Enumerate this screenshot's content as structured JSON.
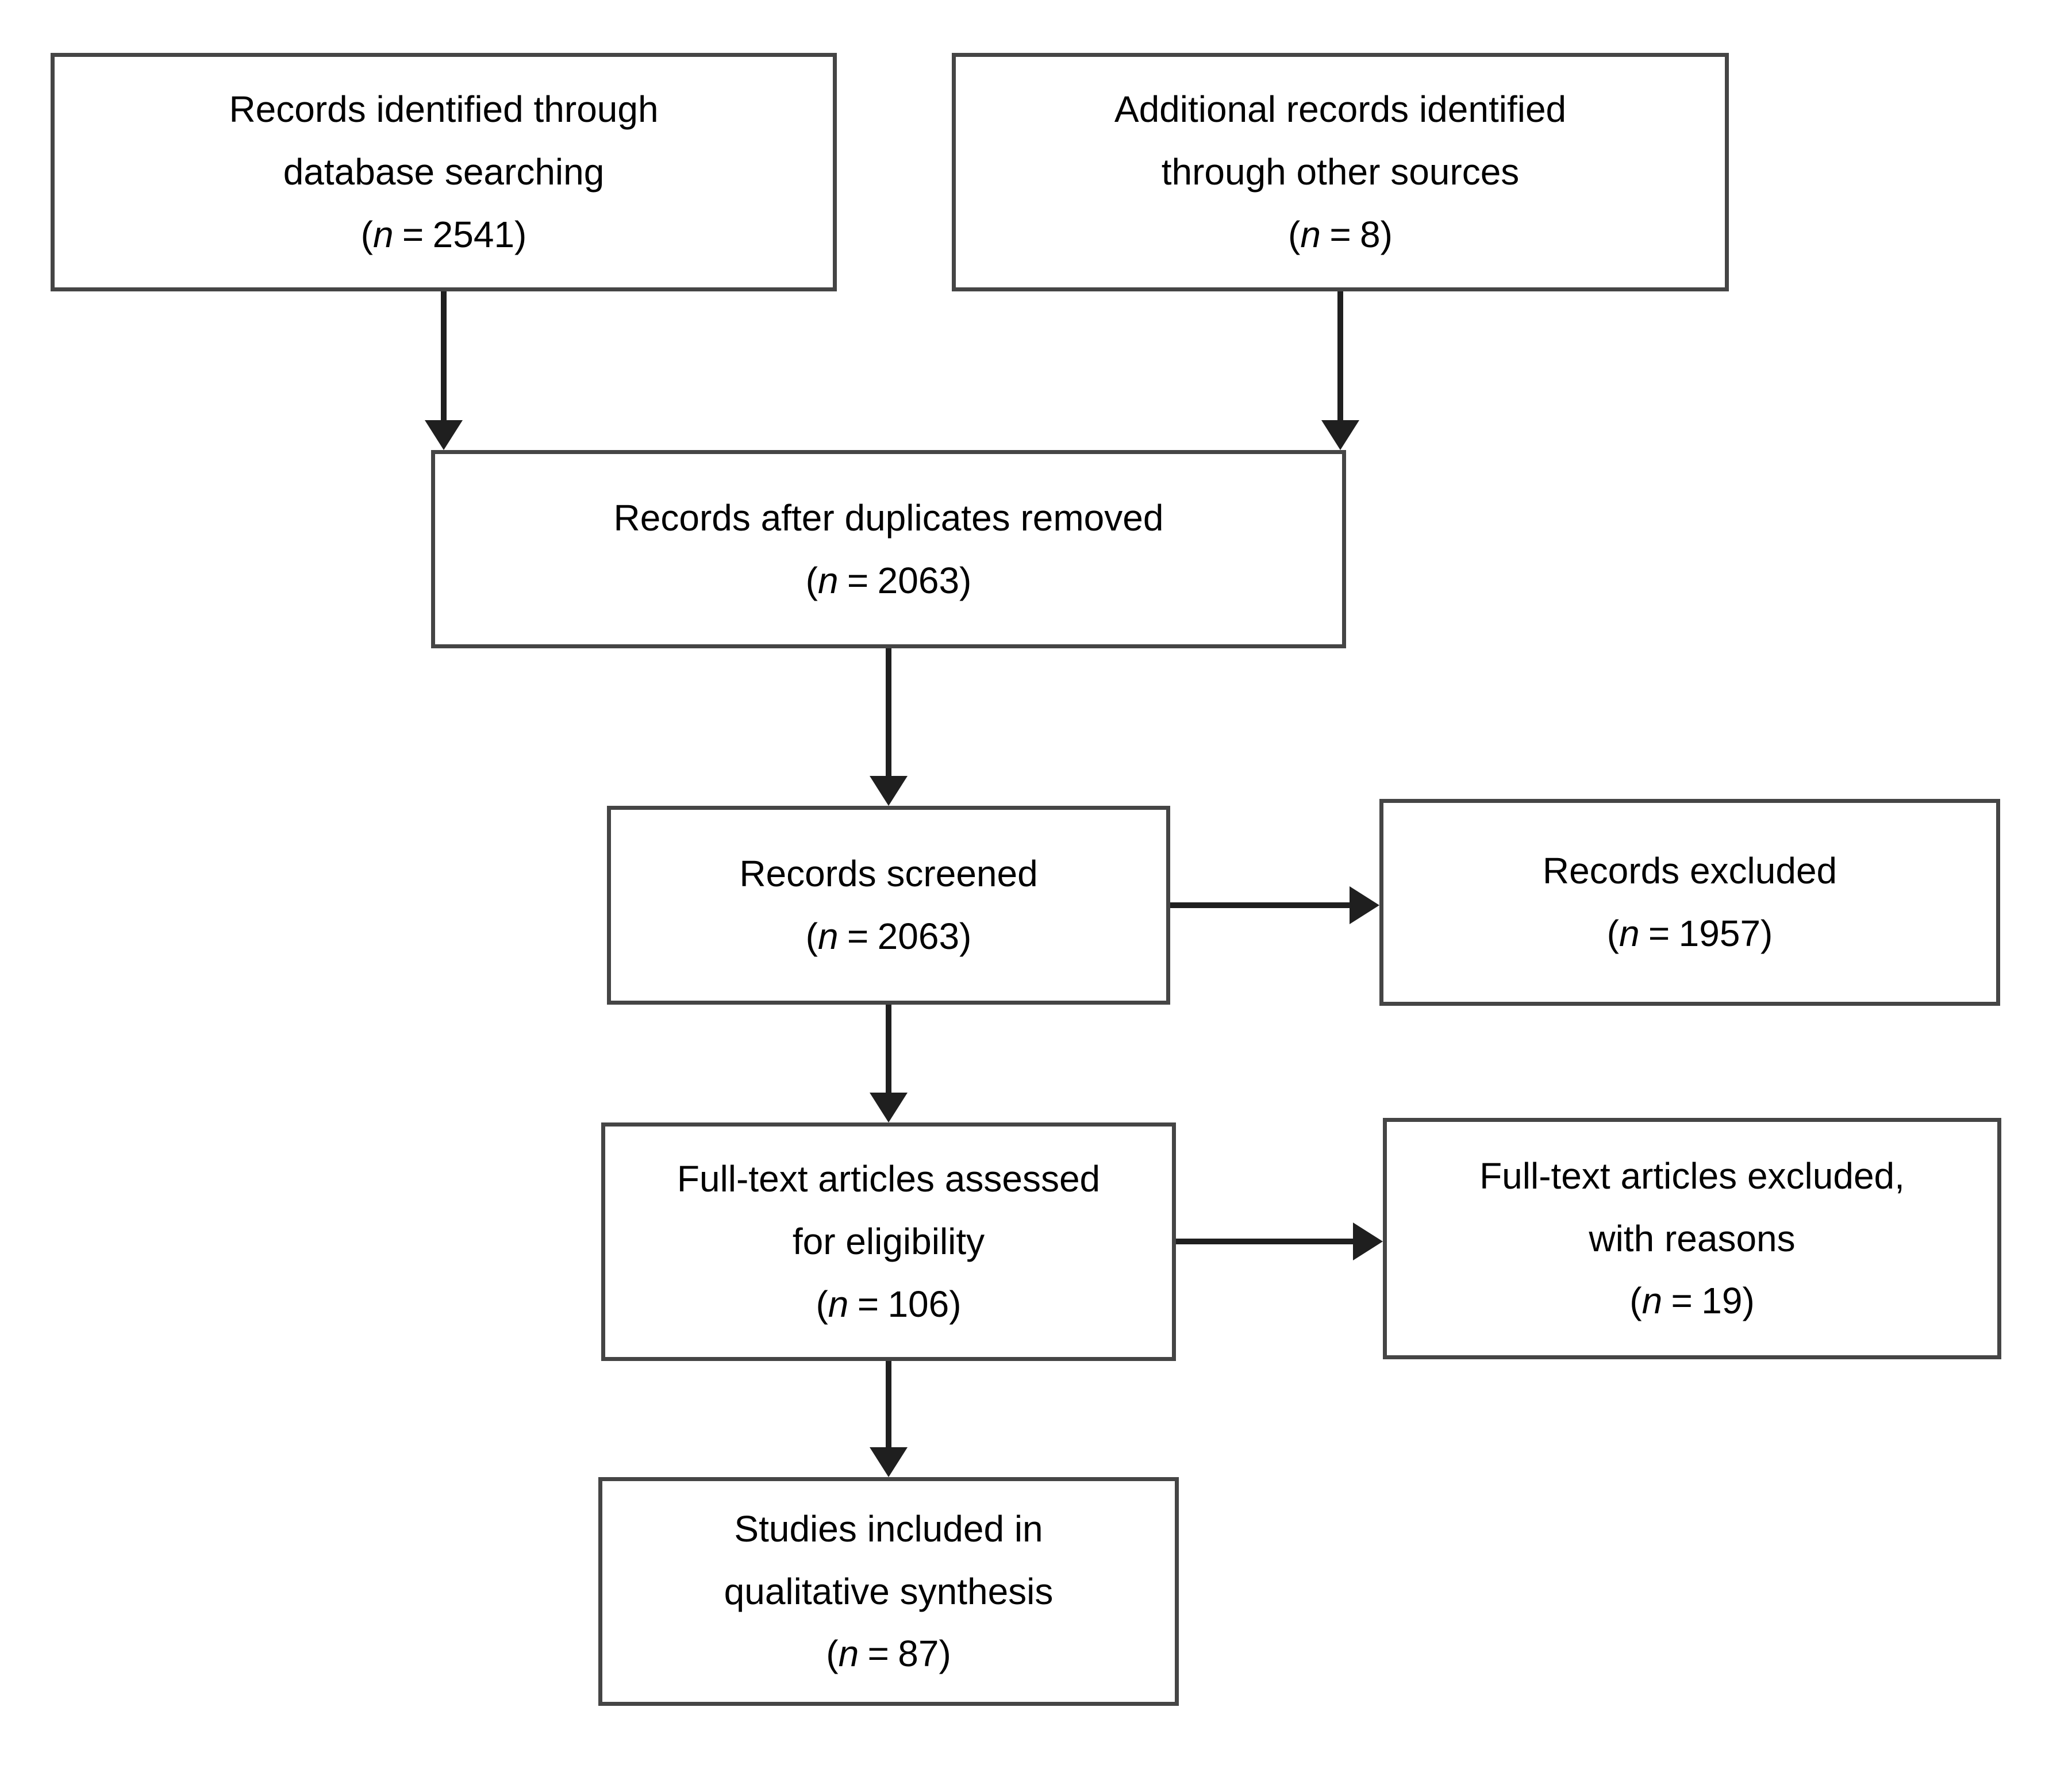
{
  "colors": {
    "border": "#454545",
    "arrow": "#1f1f1f",
    "text": "#000000",
    "bg": "#ffffff"
  },
  "n_label": {
    "open": "(",
    "symbol": "n",
    "equals": "=",
    "close": ")"
  },
  "boxes": {
    "identified": {
      "lines": [
        "Records identified through",
        "database searching"
      ],
      "n": "2541"
    },
    "additional": {
      "lines": [
        "Additional records identified",
        "through other sources"
      ],
      "n": "8"
    },
    "deduplicated": {
      "lines": [
        "Records after duplicates removed"
      ],
      "n": "2063"
    },
    "screened": {
      "lines": [
        "Records screened"
      ],
      "n": "2063"
    },
    "records_excluded": {
      "lines": [
        "Records excluded"
      ],
      "n": "1957"
    },
    "fulltext_assessed": {
      "lines": [
        "Full-text articles assessed",
        "for eligibility"
      ],
      "n": "106"
    },
    "fulltext_excluded": {
      "lines": [
        "Full-text articles excluded,",
        "with reasons"
      ],
      "n": "19"
    },
    "included_qualitative": {
      "lines": [
        "Studies included in",
        "qualitative synthesis"
      ],
      "n": "87"
    }
  }
}
